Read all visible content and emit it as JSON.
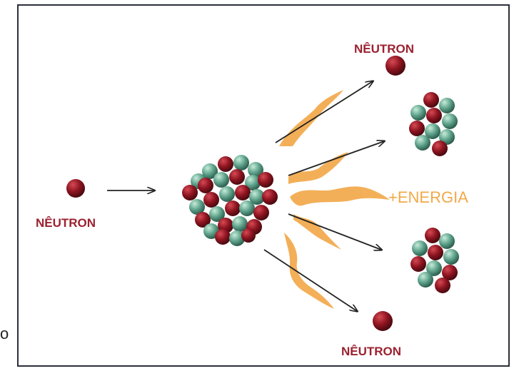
{
  "labels": {
    "neutron_in": "NÊUTRON",
    "neutron_top": "NÊUTRON",
    "neutron_bottom": "NÊUTRON",
    "energy": "+ENERGIA",
    "side_fragment": "o"
  },
  "colors": {
    "proton": "#8e1420",
    "neutron_particle": "#5fa38c",
    "label": "#9b2130",
    "energy": "#f2a94a",
    "arrow": "#222222"
  }
}
